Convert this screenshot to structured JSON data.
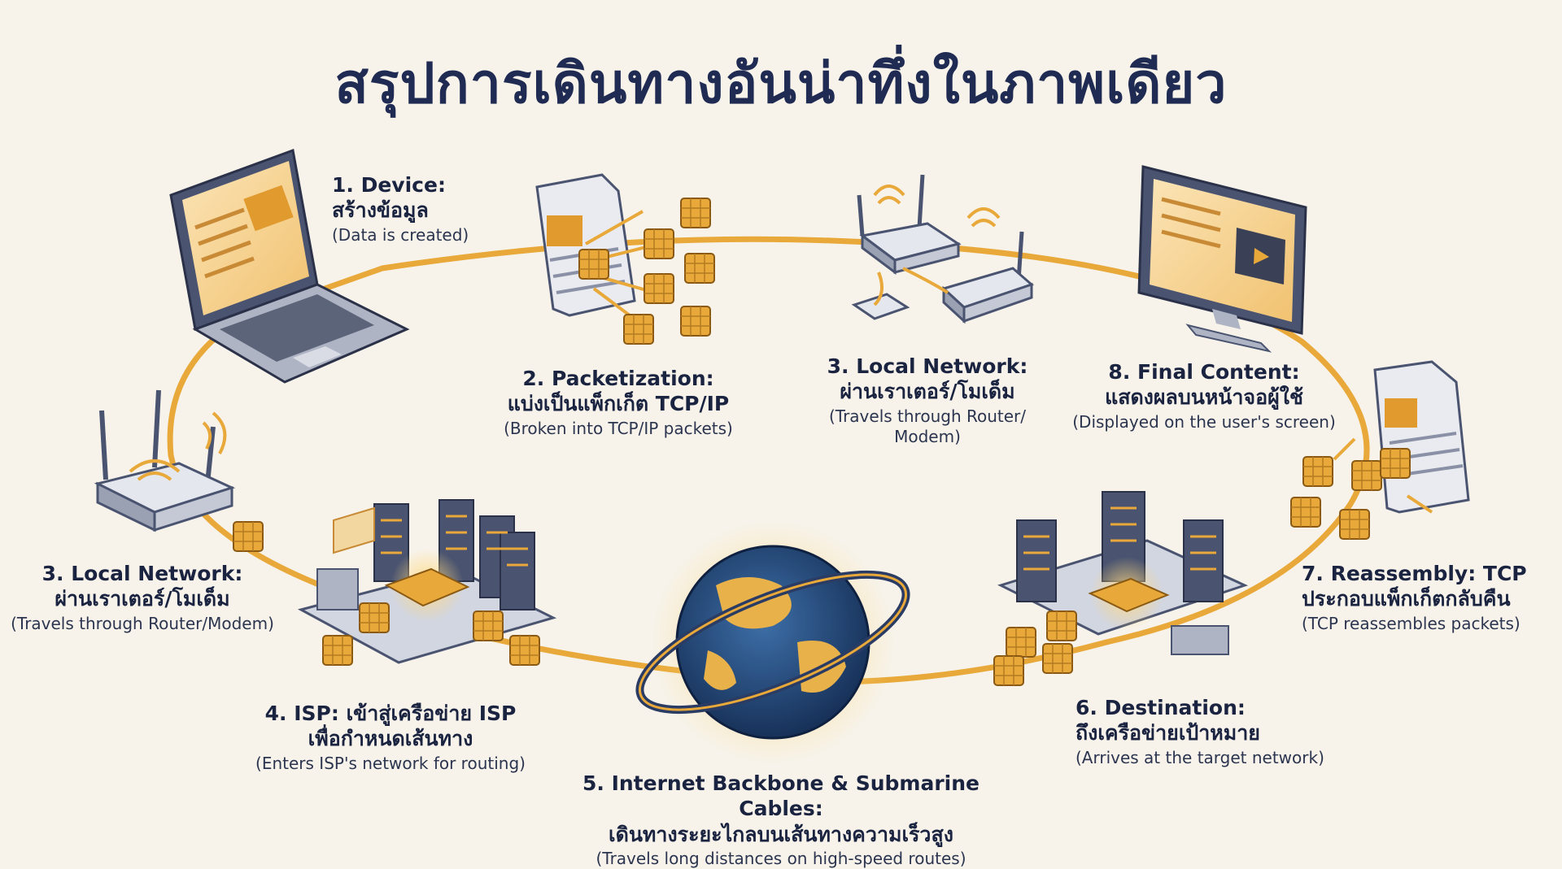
{
  "title": "สรุปการเดินทางอันน่าทึ่งในภาพเดียว",
  "steps": [
    {
      "heading": "1. Device:",
      "thai": "สร้างข้อมูล",
      "english": "(Data is created)"
    },
    {
      "heading": "2. Packetization:",
      "thai": "แบ่งเป็นแพ็กเก็ต TCP/IP",
      "english": "(Broken into TCP/IP packets)"
    },
    {
      "heading": "3. Local Network:",
      "thai": "ผ่านเราเตอร์/โมเด็ม",
      "english": "(Travels through Router/ Modem)"
    },
    {
      "heading": "8. Final Content:",
      "thai": "แสดงผลบนหน้าจอผู้ใช้",
      "english": "(Displayed on the user's screen)"
    },
    {
      "heading": "3. Local Network:",
      "thai": "ผ่านเราเตอร์/โมเด็ม",
      "english": "(Travels through Router/Modem)"
    },
    {
      "heading": "4. ISP: เข้าสู่เครือข่าย ISP",
      "thai": "เพื่อกำหนดเส้นทาง",
      "english": "(Enters ISP's network for routing)"
    },
    {
      "heading": "5. Internet Backbone & Submarine Cables:",
      "thai": "เดินทางระยะไกลบนเส้นทางความเร็วสูง",
      "english": "(Travels long distances on high-speed routes)"
    },
    {
      "heading": "6. Destination:",
      "thai": "ถึงเครือข่ายเป้าหมาย",
      "english": "(Arrives at the target network)"
    },
    {
      "heading": "7. Reassembly: TCP",
      "thai": "ประกอบแพ็กเก็ตกลับคืน",
      "english": "(TCP reassembles packets)"
    }
  ],
  "icons": [
    "laptop-icon",
    "document-packets-icon",
    "router-pair-icon",
    "monitor-icon",
    "router-icon",
    "isp-datacenter-icon",
    "globe-cable-icon",
    "destination-servers-icon",
    "reassembly-document-icon"
  ],
  "colors": {
    "accent": "#e8a93a",
    "ink": "#1f2b52",
    "device": "#4a5470",
    "background": "#f7f3ea"
  }
}
